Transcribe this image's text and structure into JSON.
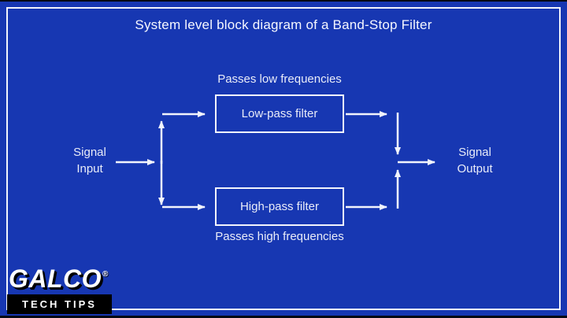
{
  "title": "System level block diagram of a Band-Stop Filter",
  "diagram": {
    "low_pass": {
      "label": "Low-pass filter",
      "note": "Passes low frequencies"
    },
    "high_pass": {
      "label": "High-pass filter",
      "note": "Passes high frequencies"
    },
    "input_label": "Signal\nInput",
    "output_label": "Signal\nOutput"
  },
  "logo": {
    "brand": "GALCO",
    "registered": "®",
    "tagline": "TECH TIPS"
  },
  "colors": {
    "background": "#1737b2",
    "frame_border": "#f2f4fc",
    "text": "#e9ecf8",
    "arrow": "#f2f4fc",
    "logo_bar_bg": "#000000"
  }
}
